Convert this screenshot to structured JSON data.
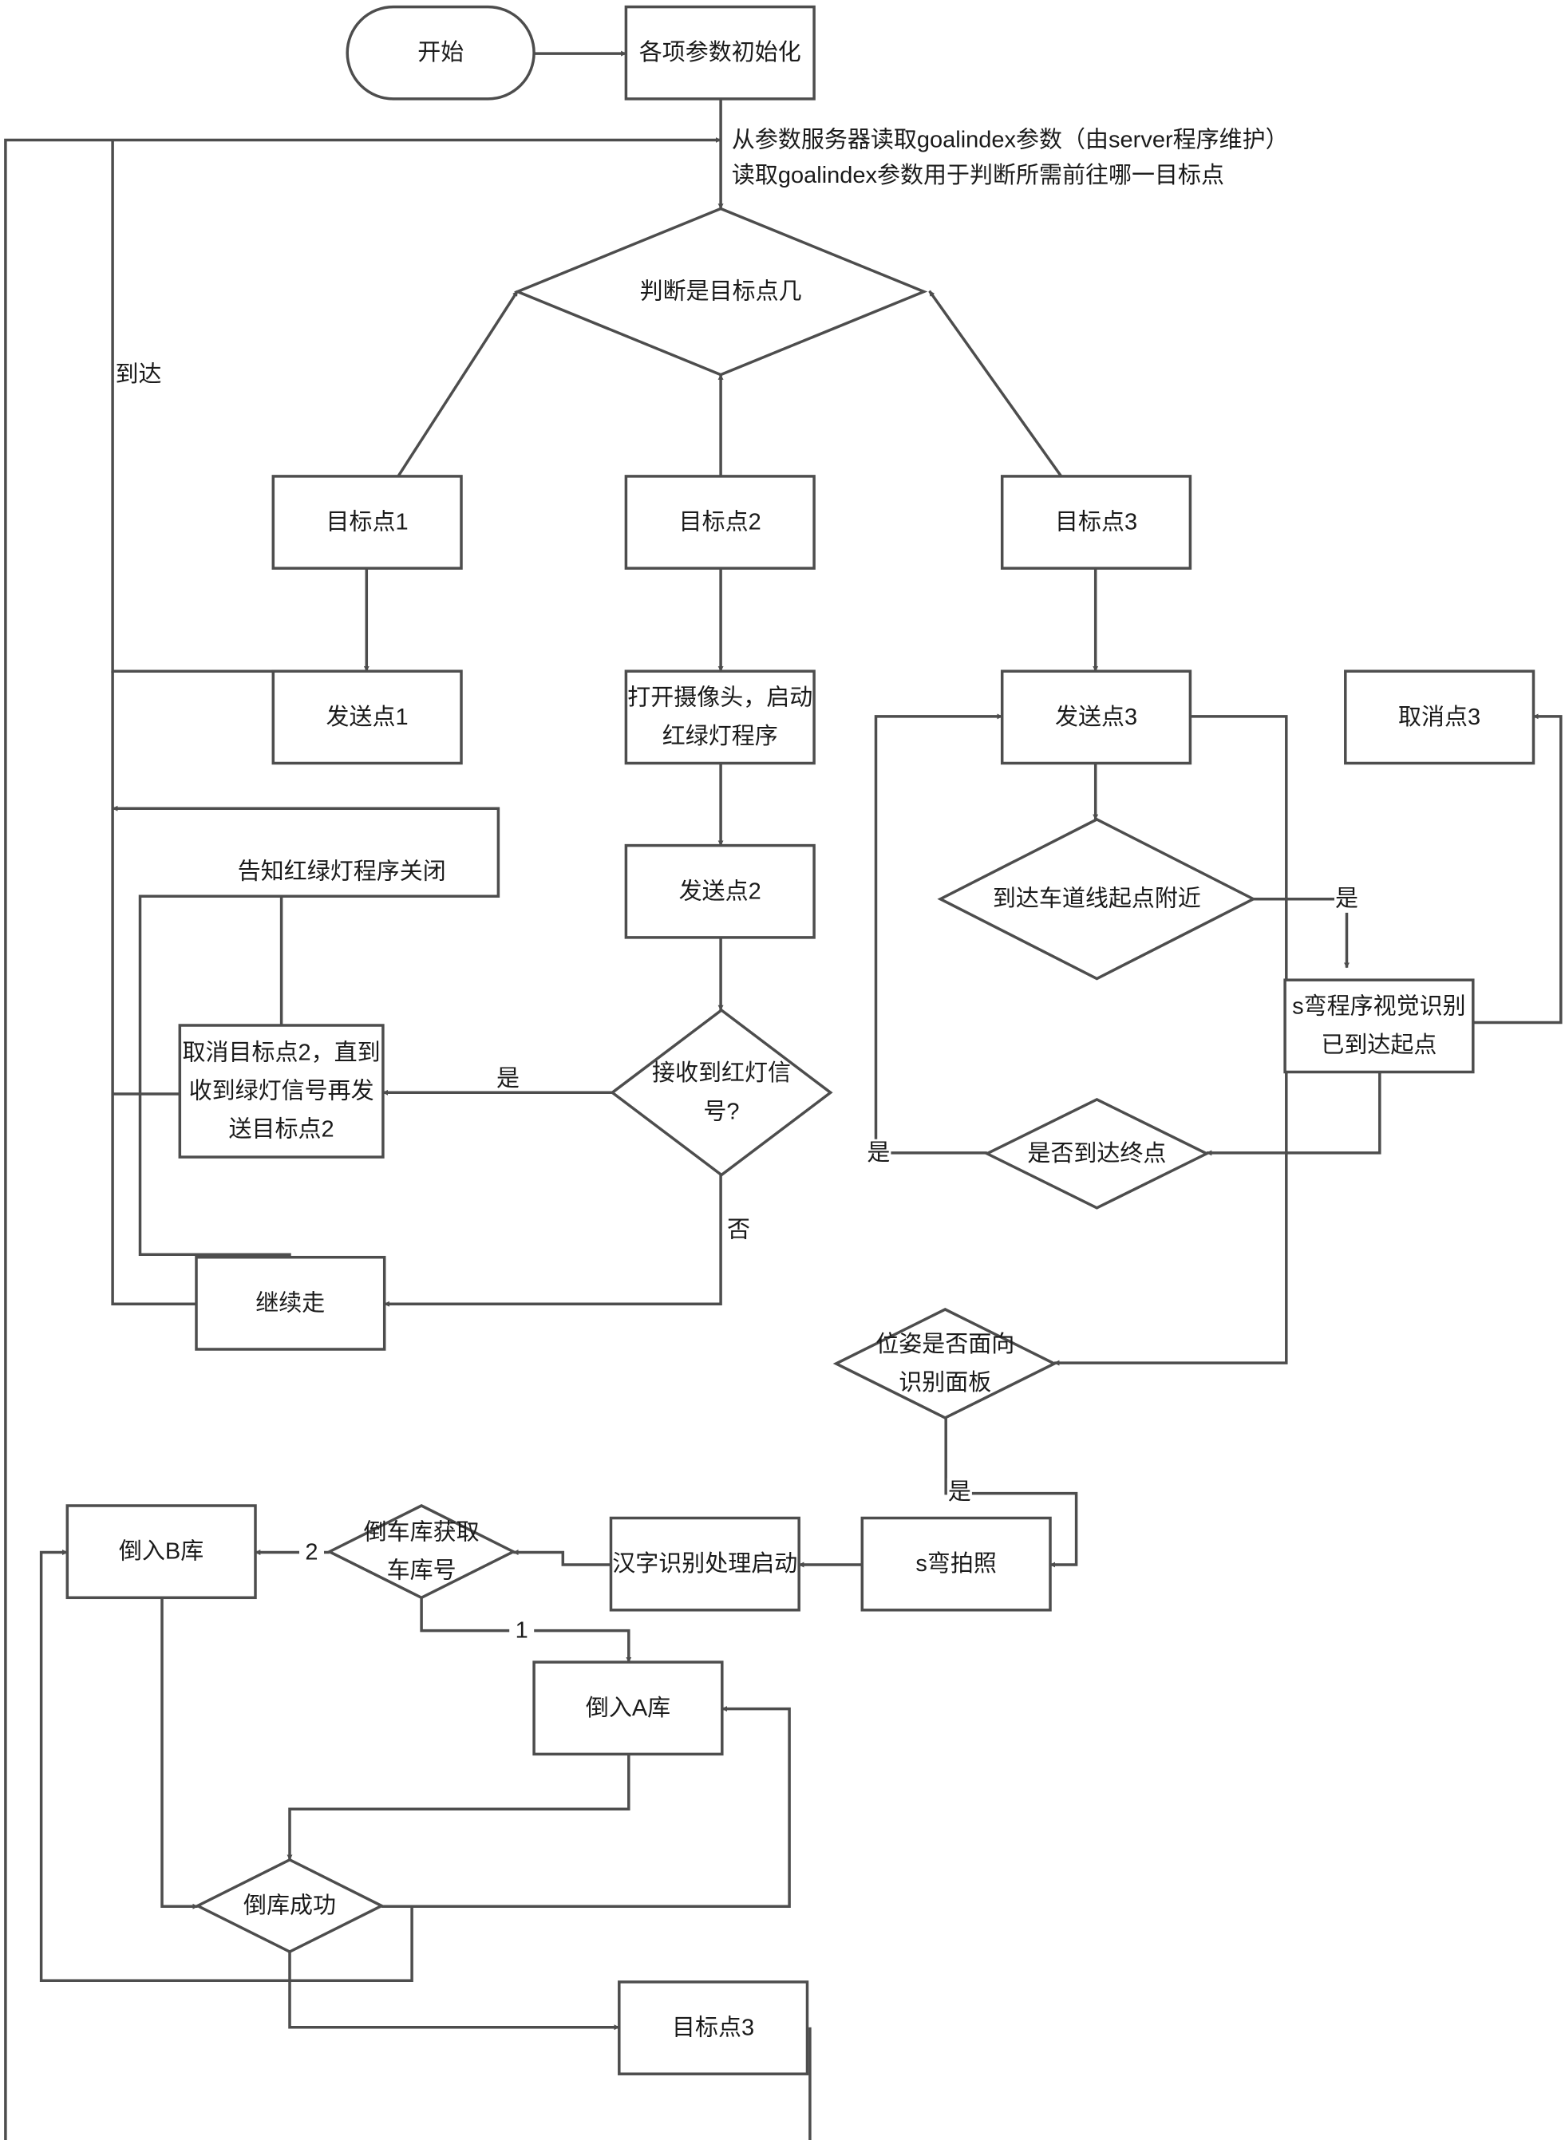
{
  "nodes": {
    "start": [
      "开始"
    ],
    "init": [
      "各项参数初始化"
    ],
    "judge": [
      "判断是目标点几"
    ],
    "goal1": [
      "目标点1"
    ],
    "goal2": [
      "目标点2"
    ],
    "goal3": [
      "目标点3"
    ],
    "send1": [
      "发送点1"
    ],
    "camera": [
      "打开摄像头，启动",
      "红绿灯程序"
    ],
    "send3": [
      "发送点3"
    ],
    "cancel3": [
      "取消点3"
    ],
    "send2": [
      "发送点2"
    ],
    "near_lane_start": [
      "到达车道线起点附近"
    ],
    "s_vision": [
      "s弯程序视觉识别",
      "已到达起点"
    ],
    "cancel_goal2": [
      "取消目标点2，直到",
      "收到绿灯信号再发",
      "送目标点2"
    ],
    "red_signal": [
      "接收到红灯信",
      "号?"
    ],
    "reach_end": [
      "是否到达终点"
    ],
    "continue": [
      "继续走"
    ],
    "pose_check": [
      "位姿是否面向",
      "识别面板"
    ],
    "park_b": [
      "倒入B库"
    ],
    "garage_no": [
      "倒车库获取",
      "车库号"
    ],
    "hanzi": [
      "汉字识别处理启动"
    ],
    "s_photo": [
      "s弯拍照"
    ],
    "park_a": [
      "倒入A库"
    ],
    "park_ok": [
      "倒库成功"
    ],
    "goal3_final": [
      "目标点3"
    ]
  },
  "edge_labels": {
    "read_param": "从参数服务器读取goalindex参数（由server程序维护）",
    "read_param_use": "读取goalindex参数用于判断所需前往哪一目标点",
    "arrive": "到达",
    "notify_close": "告知红绿灯程序关闭",
    "yes_red": "是",
    "no_red": "否",
    "yes_near": "是",
    "yes_end": "是",
    "yes_pose": "是",
    "garage_2": "2",
    "garage_1": "1"
  },
  "colors": {
    "stroke": "#4d4d4d",
    "text": "#1a1a1a",
    "fill": "#ffffff"
  }
}
